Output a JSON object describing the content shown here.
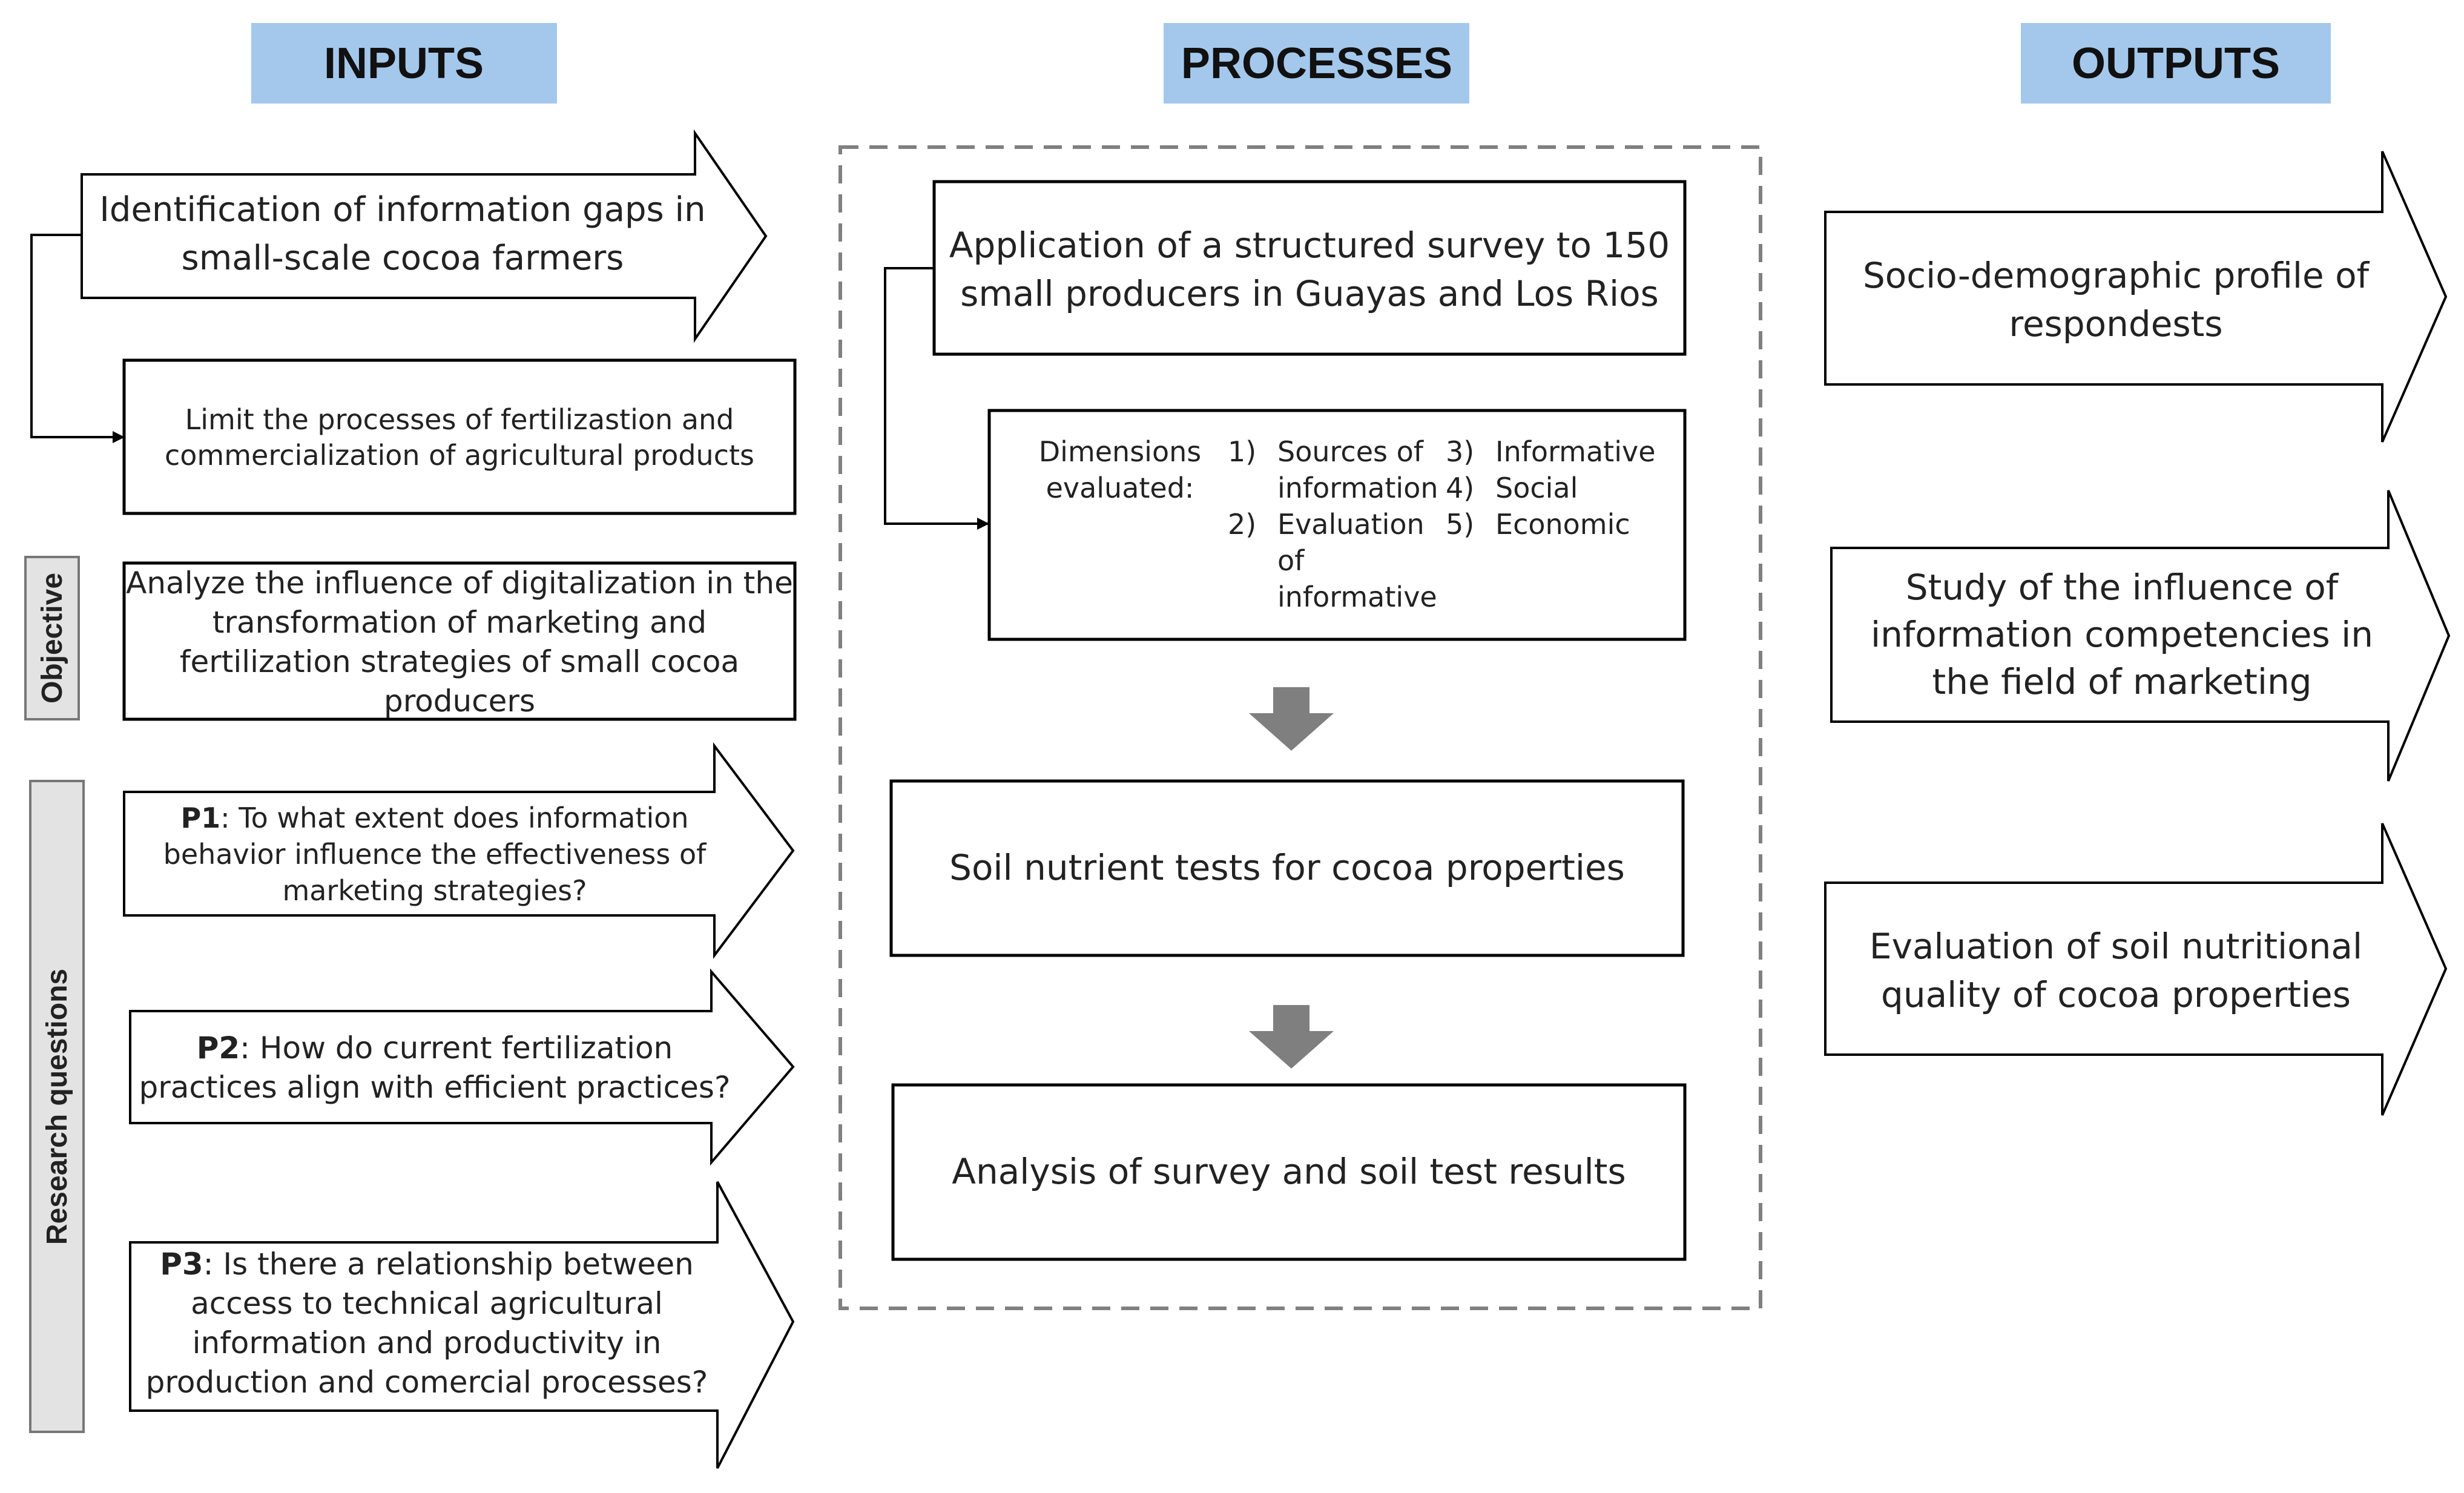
{
  "headers": {
    "inputs": "INPUTS",
    "processes": "PROCESSES",
    "outputs": "OUTPUTS"
  },
  "colors": {
    "header_fill": "#a4c8ec",
    "label_fill": "#e3e3e3",
    "down_arrow": "#7f7f7f",
    "dashed_border": "#808080"
  },
  "side_labels": {
    "objective": "Objective",
    "research_questions": "Research questions"
  },
  "inputs": {
    "gap_arrow": [
      "Identification of information gaps in",
      "small-scale cocoa farmers"
    ],
    "limit_box": [
      "Limit the processes of fertilizastion and",
      "commercialization of agricultural products"
    ],
    "objective_box": [
      "Analyze the influence of digitalization in the",
      "transformation of marketing and",
      "fertilization strategies of small cocoa",
      "producers"
    ],
    "p1": {
      "label": "P1",
      "lines": [
        ": To what extent does information",
        "behavior influence the effectiveness of",
        "marketing strategies?"
      ]
    },
    "p2": {
      "label": "P2",
      "lines": [
        ": How do current fertilization",
        "practices align with efficient practices?"
      ]
    },
    "p3": {
      "label": "P3",
      "lines": [
        ": Is there a relationship between",
        "access to technical agricultural",
        "information and productivity in",
        "production and comercial processes?"
      ]
    }
  },
  "processes": {
    "survey_box": [
      "Application of a structured survey to 150",
      "small producers in Guayas and Los Rios"
    ],
    "dimensions": {
      "heading": [
        "Dimensions",
        "evaluated:"
      ],
      "col1_nums": [
        "1)",
        "2)"
      ],
      "col1_items": [
        "Sources of",
        "information",
        "Evaluation",
        "of",
        "informative"
      ],
      "col2_nums": [
        "3)",
        "4)",
        "5)"
      ],
      "col2_items": [
        "Informative",
        "Social",
        "Economic"
      ]
    },
    "soil_box": "Soil nutrient tests for cocoa properties",
    "analysis_box": "Analysis of survey and soil test results"
  },
  "outputs": {
    "out1": [
      "Socio-demographic profile of",
      "respondests"
    ],
    "out2": [
      "Study of the influence of",
      "information competencies in",
      "the field of marketing"
    ],
    "out3": [
      "Evaluation of soil nutritional",
      "quality of cocoa properties"
    ]
  }
}
